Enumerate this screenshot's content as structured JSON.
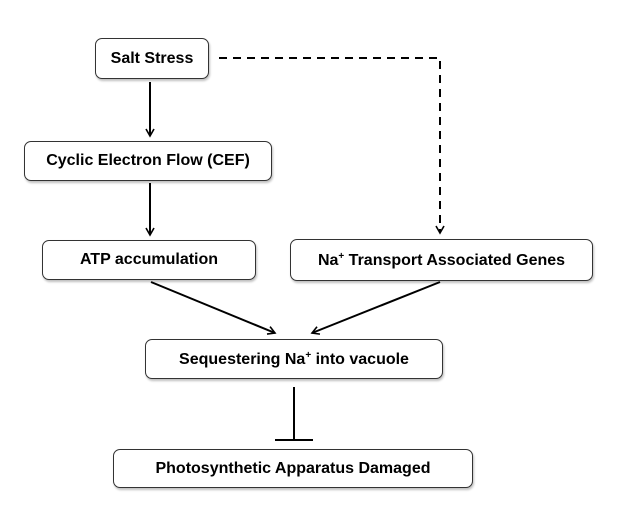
{
  "nodes": {
    "salt_stress": {
      "label": "Salt Stress"
    },
    "cef": {
      "label": "Cyclic Electron Flow (CEF)"
    },
    "atp": {
      "label": "ATP accumulation"
    },
    "na_transport": {
      "pre": "Na",
      "sup": "+",
      "post": " Transport Associated Genes"
    },
    "sequestering": {
      "pre": "Sequestering Na",
      "sup": "+",
      "post": " into vacuole"
    },
    "damaged": {
      "label": "Photosynthetic Apparatus Damaged"
    }
  },
  "edges": [
    {
      "from": "salt_stress",
      "to": "cef",
      "type": "arrow"
    },
    {
      "from": "cef",
      "to": "atp",
      "type": "arrow"
    },
    {
      "from": "salt_stress",
      "to": "na_transport",
      "type": "dashed-arrow"
    },
    {
      "from": "atp",
      "to": "sequestering",
      "type": "arrow"
    },
    {
      "from": "na_transport",
      "to": "sequestering",
      "type": "arrow"
    },
    {
      "from": "sequestering",
      "to": "damaged",
      "type": "inhibition"
    }
  ]
}
